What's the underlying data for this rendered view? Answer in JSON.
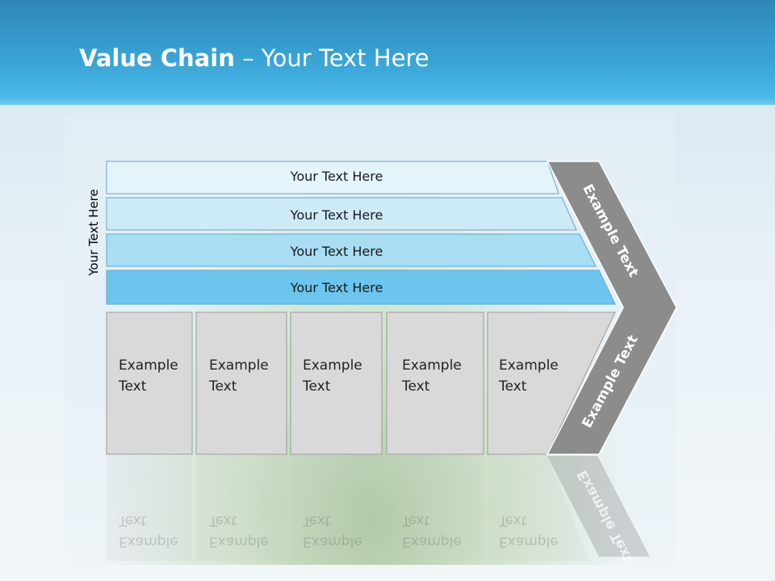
{
  "title": {
    "bold": "Value Chain",
    "rest": " – Your Text Here"
  },
  "side_label": "Your Text Here",
  "bars": [
    {
      "label": "Your Text Here",
      "color": "#e4f4fb"
    },
    {
      "label": "Your Text Here",
      "color": "#cdebf7"
    },
    {
      "label": "Your Text Here",
      "color": "#a8ddf3"
    },
    {
      "label": "Your Text Here",
      "color": "#6cc5ec"
    }
  ],
  "boxes": [
    {
      "line1": "Example",
      "line2": "Text"
    },
    {
      "line1": "Example",
      "line2": "Text"
    },
    {
      "line1": "Example",
      "line2": "Text"
    },
    {
      "line1": "Example",
      "line2": "Text"
    },
    {
      "line1": "Example",
      "line2": "Text"
    }
  ],
  "chevron": {
    "upper": "Example Text",
    "lower": "Example Text",
    "color": "#8c8c8c"
  },
  "colors": {
    "header": "#3ba7d8",
    "box_fill": "#d9d9d9",
    "box_border": "#9a9a9a"
  }
}
